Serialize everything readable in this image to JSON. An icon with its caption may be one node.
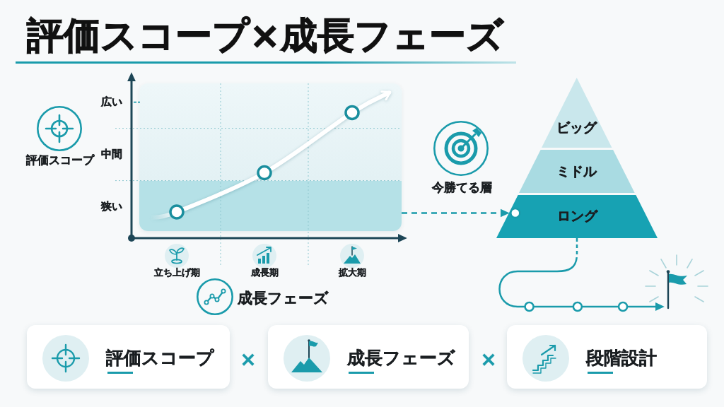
{
  "diagram": {
    "title": "評価スコープ×成長フェーズ",
    "nodes": [
      {
        "text": [],
        "shape": "box"
      },
      {
        "text": [
          "ビッグ"
        ]
      },
      {
        "text": [
          "ミドル"
        ]
      },
      {
        "text": [
          "ロング"
        ]
      },
      {
        "text": [],
        "shape": "picture"
      },
      {
        "text": [
          "評価スコープ"
        ]
      },
      {
        "text": [
          "成長フェーズ"
        ]
      },
      {
        "text": [
          "段階設計"
        ]
      }
    ],
    "edges": [
      {
        "from": 0,
        "to": 3,
        "arrow": "to",
        "style": "dashed"
      },
      {
        "from": 3,
        "to": 4,
        "arrow": "to"
      }
    ],
    "labels": [
      "広い",
      "中間",
      "評価スコープ",
      "狭い",
      "立ち上げ期",
      "成長期",
      "拡大期",
      "成長フェーズ",
      "今勝てる層",
      "×",
      "×"
    ]
  }
}
